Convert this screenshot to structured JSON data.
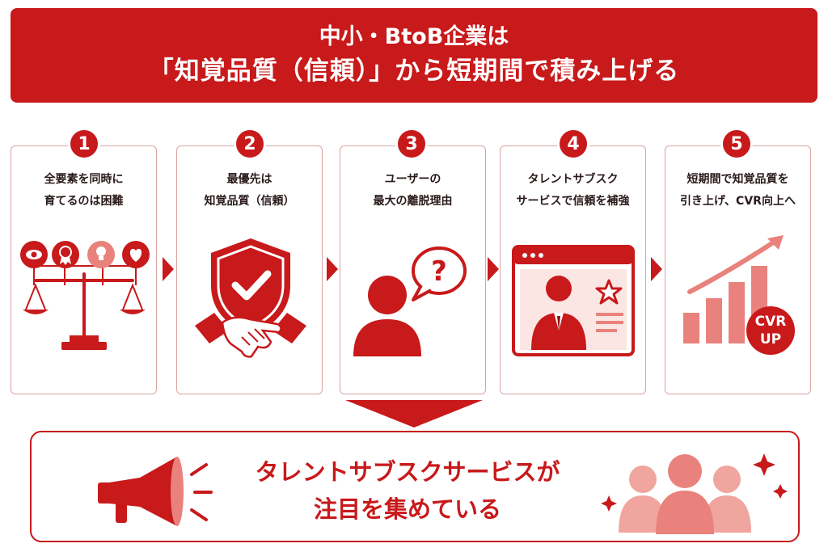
{
  "header": {
    "line1": "中小・BtoB企業は",
    "line2": "「知覚品質（信頼）」から短期間で積み上げる"
  },
  "steps": [
    {
      "number": "1",
      "line1": "全要素を同時に",
      "line2": "育てるのは困難"
    },
    {
      "number": "2",
      "line1": "最優先は",
      "line2": "知覚品質（信頼）"
    },
    {
      "number": "3",
      "line1": "ユーザーの",
      "line2": "最大の離脱理由"
    },
    {
      "number": "4",
      "line1": "タレントサブスク",
      "line2": "サービスで信頼を補強"
    },
    {
      "number": "5",
      "line1": "短期間で知覚品質を",
      "line2": "引き上げ、CVR向上へ"
    }
  ],
  "badge_text": {
    "line1": "CVR",
    "line2": "UP"
  },
  "question_mark": "?",
  "conclusion": {
    "line1": "タレントサブスクサービスが",
    "line2": "注目を集めている"
  },
  "colors": {
    "primary": "#c8191b",
    "light": "#e9827c",
    "pale": "#f3b3ad"
  },
  "icons": [
    "eye-icon",
    "medal-icon",
    "lightbulb-icon",
    "heart-icon",
    "balance-scale-icon",
    "shield-check-icon",
    "handshake-icon",
    "user-icon",
    "question-bubble-icon",
    "browser-window-icon",
    "star-icon",
    "growth-chart-icon",
    "megaphone-icon",
    "people-icon",
    "sparkle-icon"
  ]
}
